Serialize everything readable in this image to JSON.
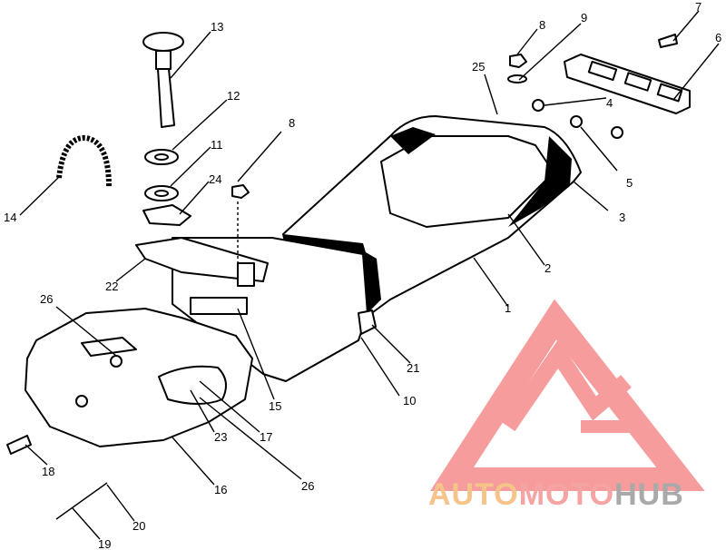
{
  "diagram": {
    "callouts": [
      "1",
      "2",
      "3",
      "4",
      "5",
      "6",
      "7",
      "8",
      "8",
      "9",
      "10",
      "11",
      "12",
      "13",
      "14",
      "15",
      "16",
      "17",
      "18",
      "19",
      "20",
      "21",
      "22",
      "23",
      "24",
      "25",
      "26",
      "26"
    ]
  },
  "watermark": {
    "word_1": "AUTO",
    "word_2": "MOTO",
    "word_3": "HUB",
    "colors": {
      "auto": "#f6c48a",
      "moto": "#f5a3a3",
      "hub": "#a9a9a9",
      "triangle": "#f58b8b"
    }
  }
}
